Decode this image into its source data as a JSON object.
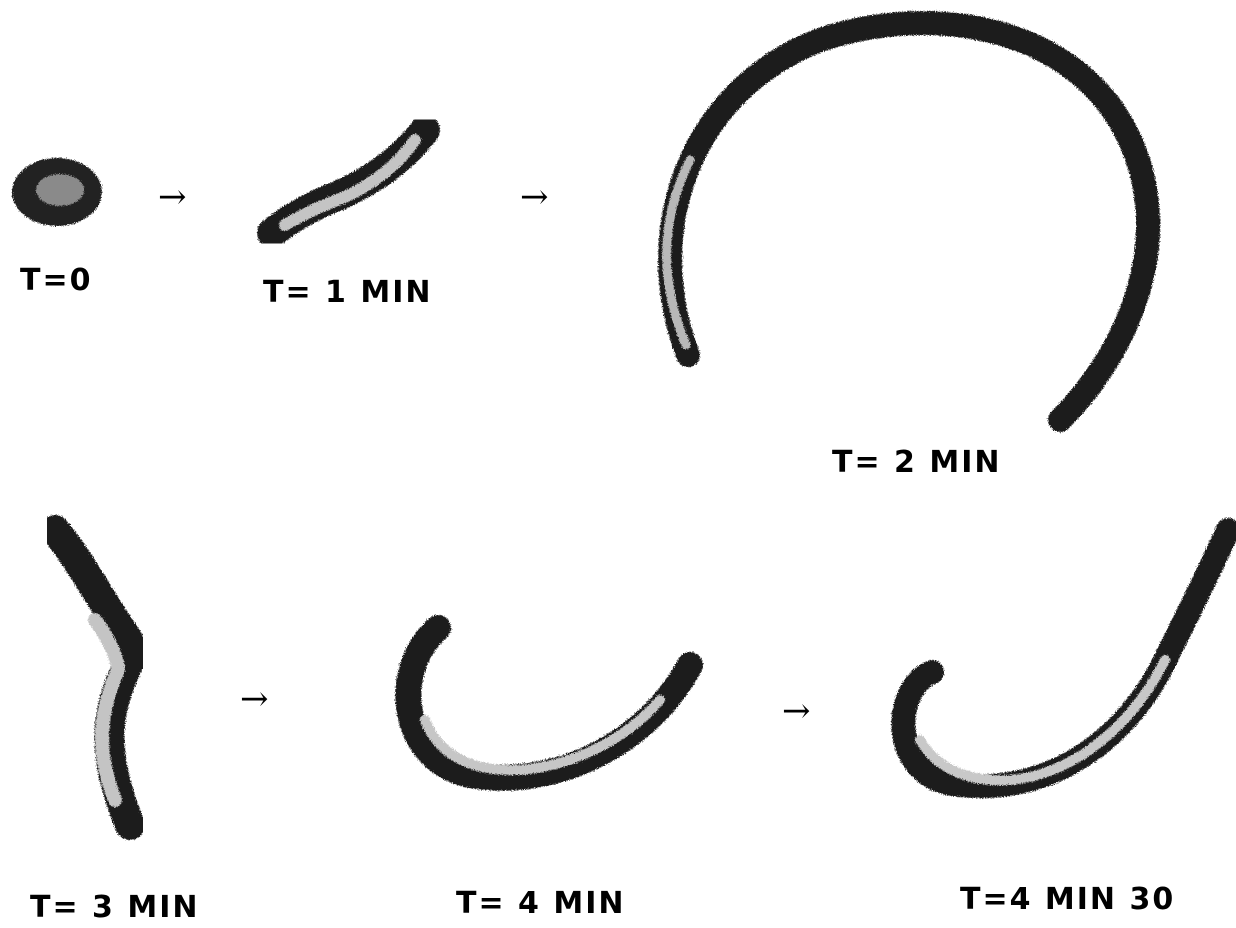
{
  "figure": {
    "stages": [
      {
        "label": "T=0"
      },
      {
        "label": "T= 1 MIN"
      },
      {
        "label": "T= 2 MIN"
      },
      {
        "label": "T= 3 MIN"
      },
      {
        "label": "T= 4 MIN"
      },
      {
        "label": "T=4 MIN 30"
      }
    ],
    "arrow_glyph": "→",
    "colors": {
      "outline": "#1a1a1a",
      "fill_light": "#bdbdbd",
      "background": "#ffffff"
    }
  }
}
